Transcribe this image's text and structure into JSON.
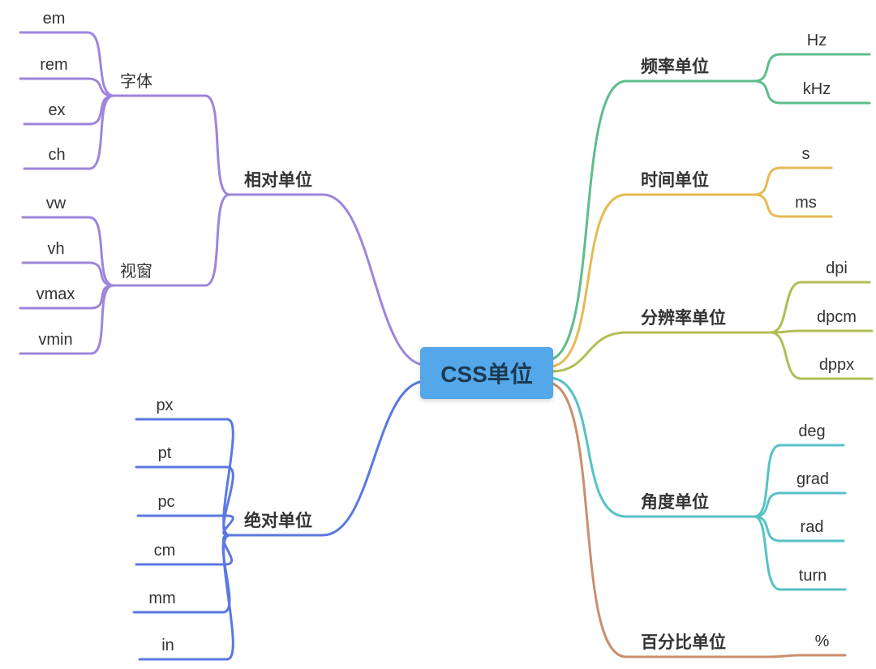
{
  "mindmap": {
    "root": {
      "label": "CSS单位",
      "bg_color": "#54a7e8",
      "text_color": "#1c3950"
    },
    "branches": [
      {
        "label": "相对单位",
        "color": "#9d85dc",
        "children": [
          {
            "label": "字体",
            "children": [
              {
                "label": "em"
              },
              {
                "label": "rem"
              },
              {
                "label": "ex"
              },
              {
                "label": "ch"
              }
            ]
          },
          {
            "label": "视窗",
            "children": [
              {
                "label": "vw"
              },
              {
                "label": "vh"
              },
              {
                "label": "vmax"
              },
              {
                "label": "vmin"
              }
            ]
          }
        ]
      },
      {
        "label": "绝对单位",
        "color": "#5b78e1",
        "children": [
          {
            "label": "px"
          },
          {
            "label": "pt"
          },
          {
            "label": "pc"
          },
          {
            "label": "cm"
          },
          {
            "label": "mm"
          },
          {
            "label": "in"
          }
        ]
      },
      {
        "label": "频率单位",
        "color": "#5ebd8b",
        "children": [
          {
            "label": "Hz"
          },
          {
            "label": "kHz"
          }
        ]
      },
      {
        "label": "时间单位",
        "color": "#e5ba53",
        "children": [
          {
            "label": "s"
          },
          {
            "label": "ms"
          }
        ]
      },
      {
        "label": "分辨率单位",
        "color": "#b2bd55",
        "children": [
          {
            "label": "dpi"
          },
          {
            "label": "dpcm"
          },
          {
            "label": "dppx"
          }
        ]
      },
      {
        "label": "角度单位",
        "color": "#56c2c6",
        "children": [
          {
            "label": "deg"
          },
          {
            "label": "grad"
          },
          {
            "label": "rad"
          },
          {
            "label": "turn"
          }
        ]
      },
      {
        "label": "百分比单位",
        "color": "#c98f6e",
        "children": [
          {
            "label": "%"
          }
        ]
      }
    ]
  }
}
